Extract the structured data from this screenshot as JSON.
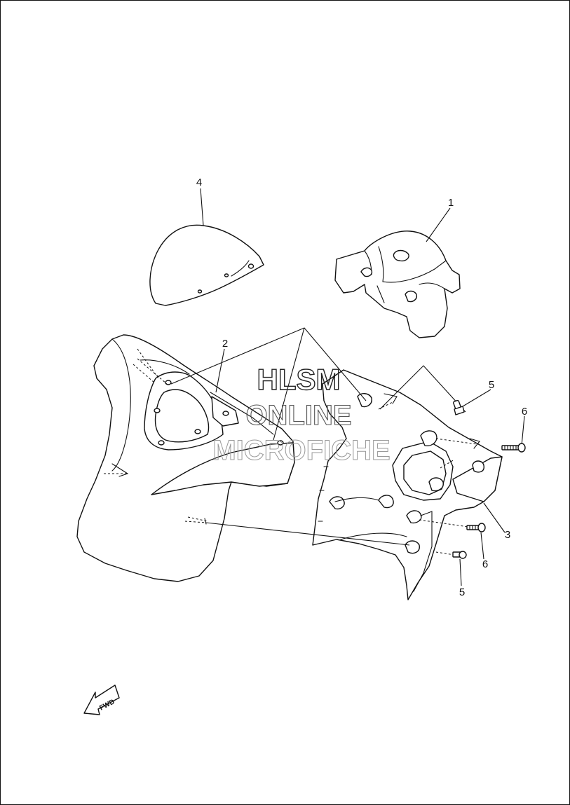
{
  "callouts": {
    "c1": "1",
    "c2": "2",
    "c3": "3",
    "c4": "4",
    "c5a": "5",
    "c5b": "5",
    "c6a": "6",
    "c6b": "6"
  },
  "watermark": {
    "line1": "HLSM",
    "line2": "ONLINE",
    "line3": "MICROFICHE"
  },
  "fwd_label": "FWD",
  "colors": {
    "line": "#111111",
    "background": "#ffffff",
    "watermark": "#555555"
  }
}
